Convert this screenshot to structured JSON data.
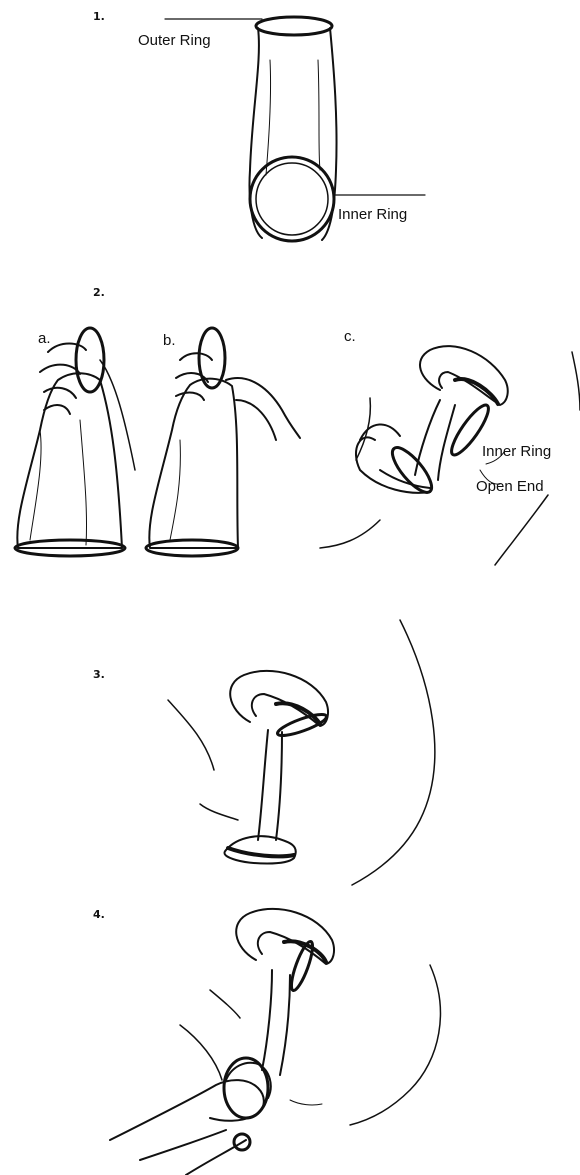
{
  "steps": {
    "one": "1.",
    "two": "2.",
    "three": "3.",
    "four": "4."
  },
  "substeps": {
    "a": "a.",
    "b": "b.",
    "c": "c."
  },
  "labels": {
    "outer_ring": "Outer Ring",
    "inner_ring_1": "Inner Ring",
    "inner_ring_2": "Inner Ring",
    "open_end": "Open End"
  },
  "colors": {
    "ink": "#111111",
    "background": "#ffffff"
  }
}
